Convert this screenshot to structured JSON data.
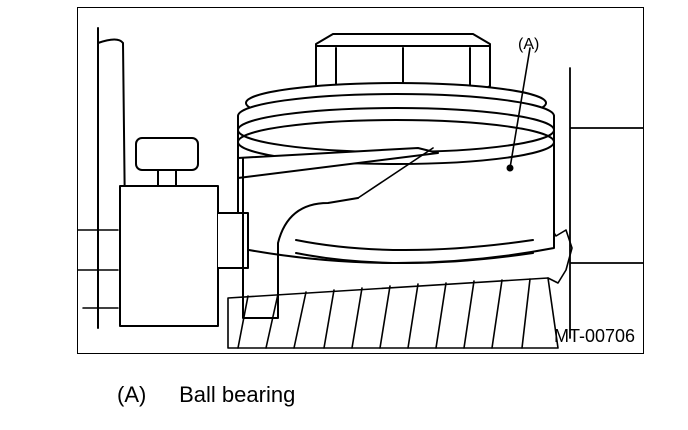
{
  "figure": {
    "callout": "(A)",
    "id": "MT-00706"
  },
  "legend": [
    {
      "key": "(A)",
      "text": "Ball bearing"
    }
  ]
}
